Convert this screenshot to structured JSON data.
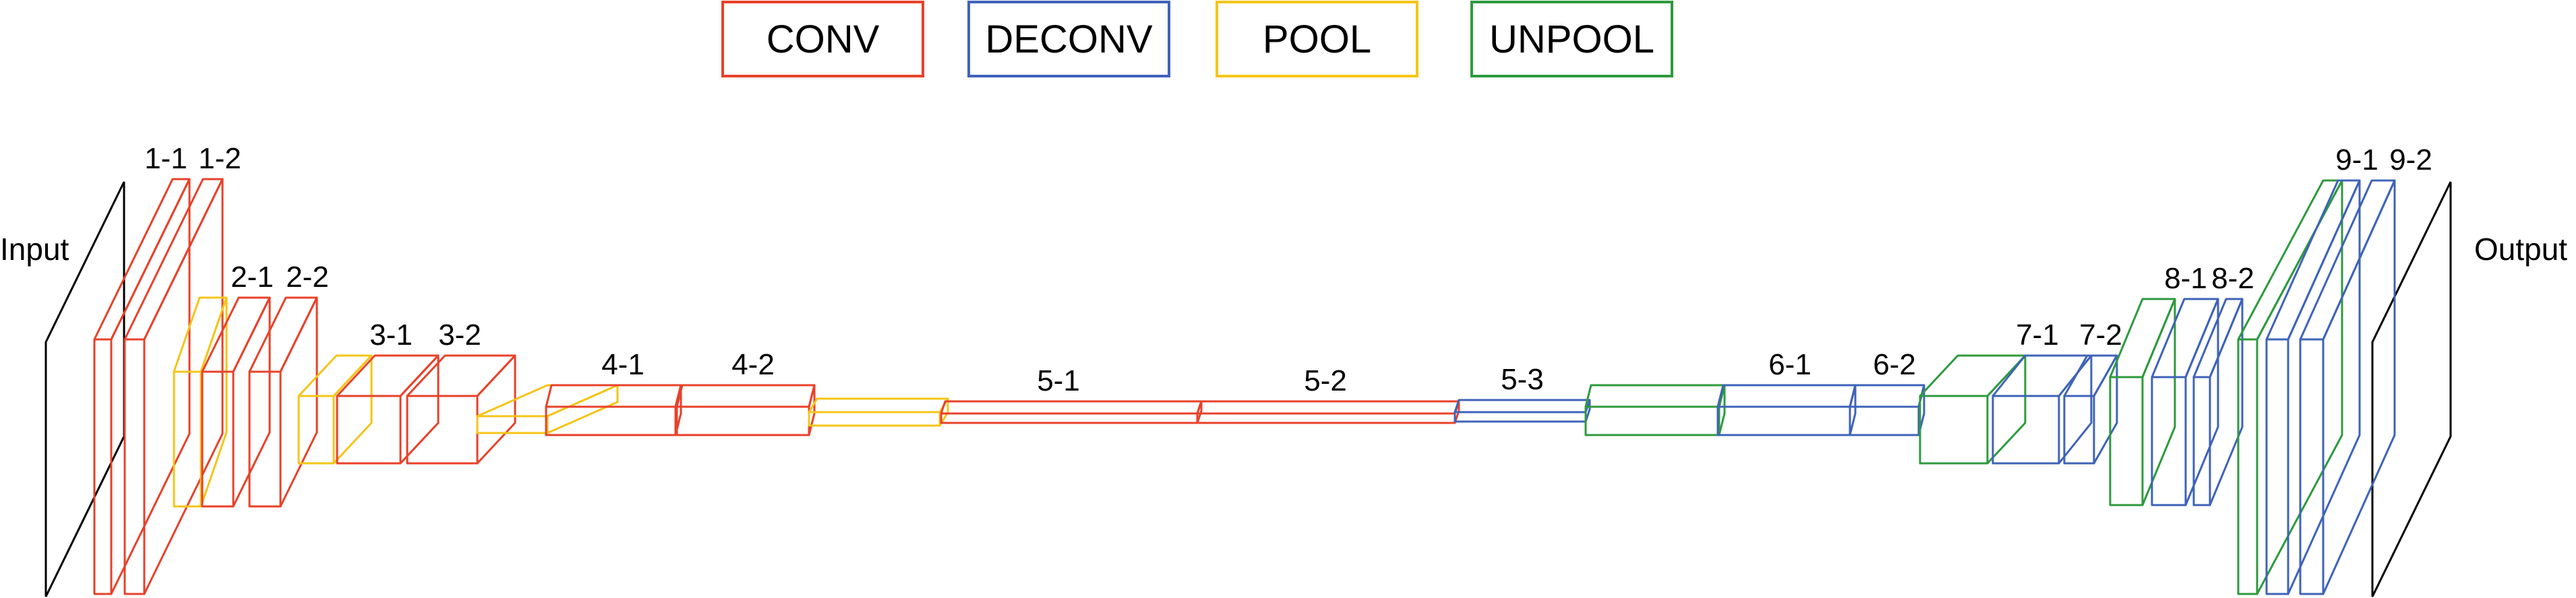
{
  "colors": {
    "conv": "#e8412a",
    "deconv": "#3f63b8",
    "pool": "#f5c518",
    "unpool": "#2e9a3e",
    "io": "#000000"
  },
  "legend": [
    {
      "label": "CONV",
      "type": "conv"
    },
    {
      "label": "DECONV",
      "type": "deconv"
    },
    {
      "label": "POOL",
      "type": "pool"
    },
    {
      "label": "UNPOOL",
      "type": "unpool"
    }
  ],
  "io": {
    "input_label": "Input",
    "output_label": "Output"
  },
  "layers": [
    {
      "type": "conv",
      "label": "1-1"
    },
    {
      "type": "conv",
      "label": "1-2"
    },
    {
      "type": "pool",
      "label": ""
    },
    {
      "type": "conv",
      "label": "2-1"
    },
    {
      "type": "conv",
      "label": "2-2"
    },
    {
      "type": "pool",
      "label": ""
    },
    {
      "type": "conv",
      "label": "3-1"
    },
    {
      "type": "conv",
      "label": "3-2"
    },
    {
      "type": "pool",
      "label": ""
    },
    {
      "type": "conv",
      "label": "4-1"
    },
    {
      "type": "conv",
      "label": "4-2"
    },
    {
      "type": "pool",
      "label": ""
    },
    {
      "type": "conv",
      "label": "5-1"
    },
    {
      "type": "conv",
      "label": "5-2"
    },
    {
      "type": "deconv",
      "label": "5-3"
    },
    {
      "type": "unpool",
      "label": ""
    },
    {
      "type": "deconv",
      "label": "6-1"
    },
    {
      "type": "deconv",
      "label": "6-2"
    },
    {
      "type": "unpool",
      "label": ""
    },
    {
      "type": "deconv",
      "label": "7-1"
    },
    {
      "type": "deconv",
      "label": "7-2"
    },
    {
      "type": "unpool",
      "label": ""
    },
    {
      "type": "deconv",
      "label": "8-1"
    },
    {
      "type": "deconv",
      "label": "8-2"
    },
    {
      "type": "unpool",
      "label": ""
    },
    {
      "type": "deconv",
      "label": "9-1"
    },
    {
      "type": "deconv",
      "label": "9-2"
    }
  ]
}
